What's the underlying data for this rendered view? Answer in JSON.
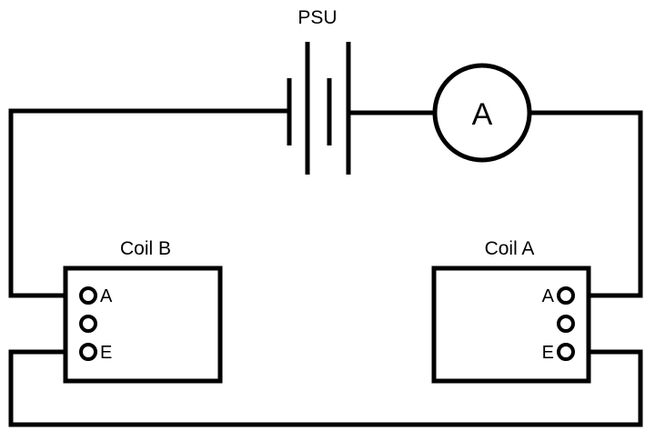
{
  "psu": {
    "label": "PSU"
  },
  "ammeter": {
    "symbol": "A"
  },
  "coil_b": {
    "title": "Coil B",
    "terminals": {
      "top": "A",
      "bottom": "E"
    }
  },
  "coil_a": {
    "title": "Coil A",
    "terminals": {
      "top": "A",
      "bottom": "E"
    }
  },
  "colors": {
    "line": "#000000",
    "background": "#ffffff"
  }
}
